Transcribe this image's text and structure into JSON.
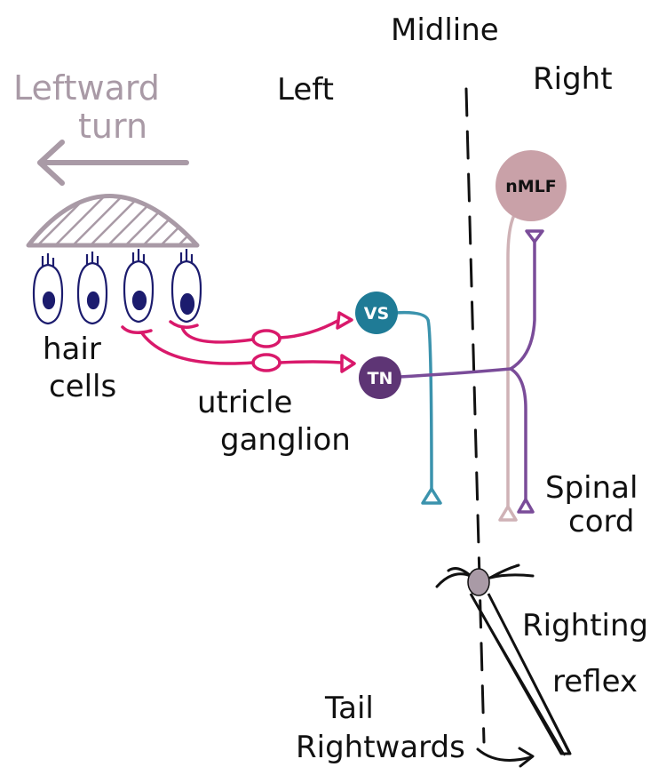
{
  "labels": {
    "midline": "Midline",
    "left": "Left",
    "right": "Right",
    "leftward_turn_line1": "Leftward",
    "leftward_turn_line2": "turn",
    "hair_cells_line1": "hair",
    "hair_cells_line2": "cells",
    "utricle_ganglion_line1": "utricle",
    "utricle_ganglion_line2": "ganglion",
    "spinal_cord_line1": "Spinal",
    "spinal_cord_line2": "cord",
    "righting_reflex_line1": "Righting",
    "righting_reflex_line2": "reflex",
    "tail_rightwards_line1": "Tail",
    "tail_rightwards_line2": "Rightwards"
  },
  "nodes": {
    "nmlf": {
      "label": "nMLF",
      "color": "#c9a1a8"
    },
    "vs": {
      "label": "VS",
      "color": "#1f7b96"
    },
    "tn": {
      "label": "TN",
      "color": "#5e3575"
    }
  },
  "colors": {
    "pathway_pink": "#d9196b",
    "vs_axon": "#3b93ad",
    "tn_axon": "#7a4c99",
    "nmlf_axon": "#cfb2b6",
    "otolith_gray": "#a99aa6",
    "hair_cell_blue": "#1c1c6e",
    "fish_body": "#111111",
    "fish_head": "#a99aa6"
  }
}
